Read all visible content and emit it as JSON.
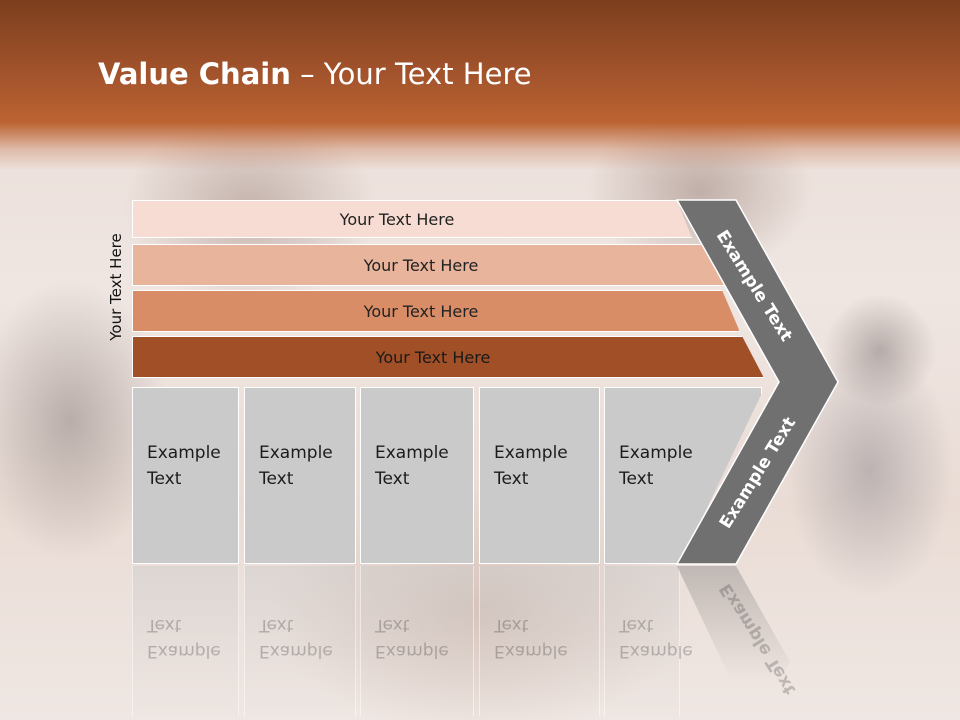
{
  "slide": {
    "title_bold": "Value Chain",
    "title_rest": " – Your Text Here",
    "vertical_label": "Your Text Here",
    "bands": [
      {
        "label": "Your Text Here",
        "color": "#f6dcd2"
      },
      {
        "label": "Your Text Here",
        "color": "#e8b49c"
      },
      {
        "label": "Your Text Here",
        "color": "#d98d66"
      },
      {
        "label": "Your Text Here",
        "color": "#a14f26"
      }
    ],
    "boxes": [
      {
        "line1": "Example",
        "line2": "Text"
      },
      {
        "line1": "Example",
        "line2": "Text"
      },
      {
        "line1": "Example",
        "line2": "Text"
      },
      {
        "line1": "Example",
        "line2": "Text"
      },
      {
        "line1": "Example",
        "line2": "Text"
      }
    ],
    "chevron": {
      "top_text": "Example Text",
      "bottom_text": "Example Text",
      "color": "#707070"
    },
    "colors": {
      "header": "#a4542c",
      "box": "#cacaca"
    }
  }
}
